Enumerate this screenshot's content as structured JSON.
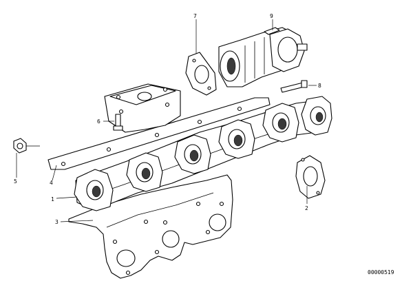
{
  "diagram": {
    "reference_code": "00000519",
    "callouts": [
      {
        "id": "c1",
        "label": "1"
      },
      {
        "id": "c2",
        "label": "2"
      },
      {
        "id": "c3",
        "label": "3"
      },
      {
        "id": "c4",
        "label": "4"
      },
      {
        "id": "c5",
        "label": "5"
      },
      {
        "id": "c6",
        "label": "6"
      },
      {
        "id": "c7",
        "label": "7"
      },
      {
        "id": "c8",
        "label": "8"
      },
      {
        "id": "c9",
        "label": "9"
      }
    ]
  }
}
